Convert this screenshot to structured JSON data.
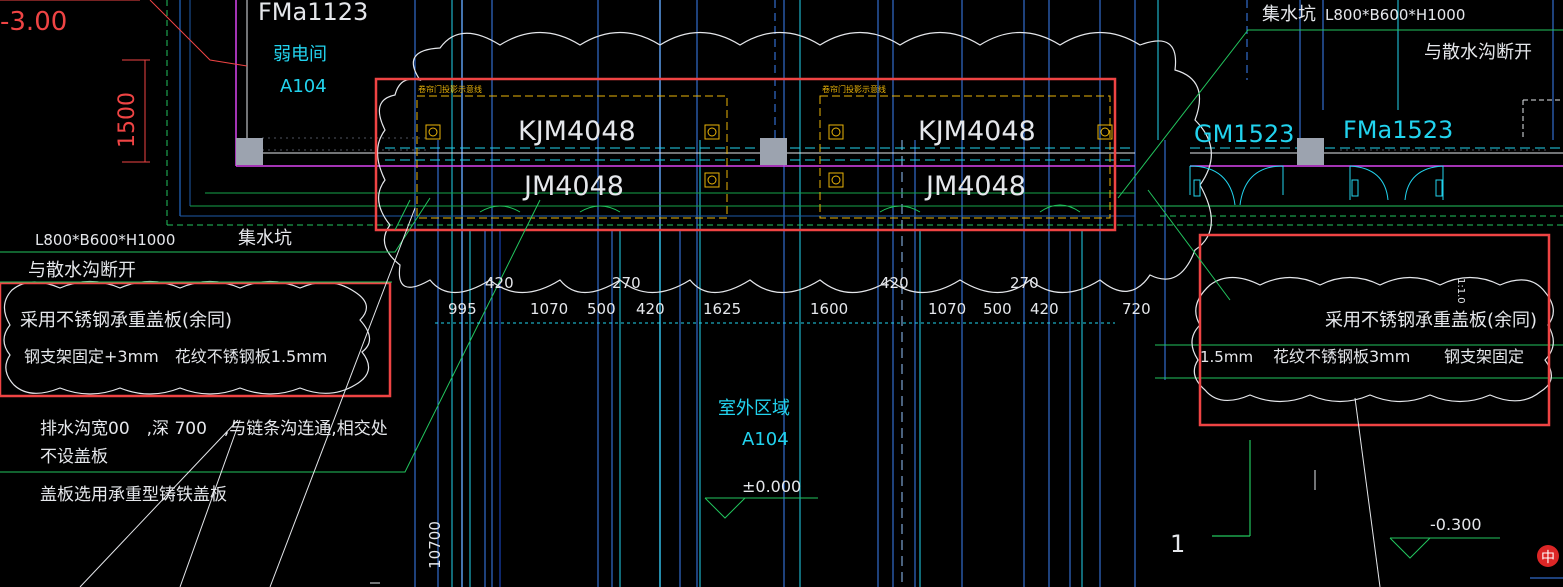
{
  "drawing": {
    "top_left": {
      "elev": "-3.00",
      "room_code": "FMa1123",
      "room_name": "弱电间",
      "room_id": "A104",
      "dim_1500": "1500"
    },
    "left_notes": {
      "size": "L800*B600*H1000",
      "pit": "集水坑",
      "separate": "与散水沟断开",
      "box_line1": "采用不锈钢承重盖板(余同)",
      "box_line2": "钢支架固定+3mm　花纹不锈钢板1.5mm",
      "drain1": "排水沟宽00　,深 700　,与链条沟连通,相交处",
      "drain2": "不设盖板",
      "cover": "盖板选用承重型铸铁盖板"
    },
    "openings": {
      "hint": "卷帘门投影示意线",
      "kjm": "KJM4048",
      "jm": "JM4048"
    },
    "right_notes": {
      "pit": "集水坑",
      "size": "L800*B600*H1000",
      "separate": "与散水沟断开",
      "gm": "GM1523",
      "fma": "FMa1523",
      "box_line1": "采用不锈钢承重盖板(余同)",
      "box_l2a": "1.5mm",
      "box_l2b": "花纹不锈钢板3mm",
      "box_l2c": "钢支架固定",
      "vert": "1:1.0"
    },
    "dims": {
      "upper": [
        "420",
        "270",
        "420",
        "270"
      ],
      "lower": [
        "995",
        "1070",
        "500",
        "420",
        "1625",
        "1600",
        "1070",
        "500",
        "420",
        "720"
      ]
    },
    "center": {
      "area": "室外区域",
      "id": "A104",
      "elev": "±0.000",
      "dim": "10700"
    },
    "right_bottom": {
      "elev": "-0.300",
      "mark": "1"
    },
    "corner_glyph": "中"
  }
}
